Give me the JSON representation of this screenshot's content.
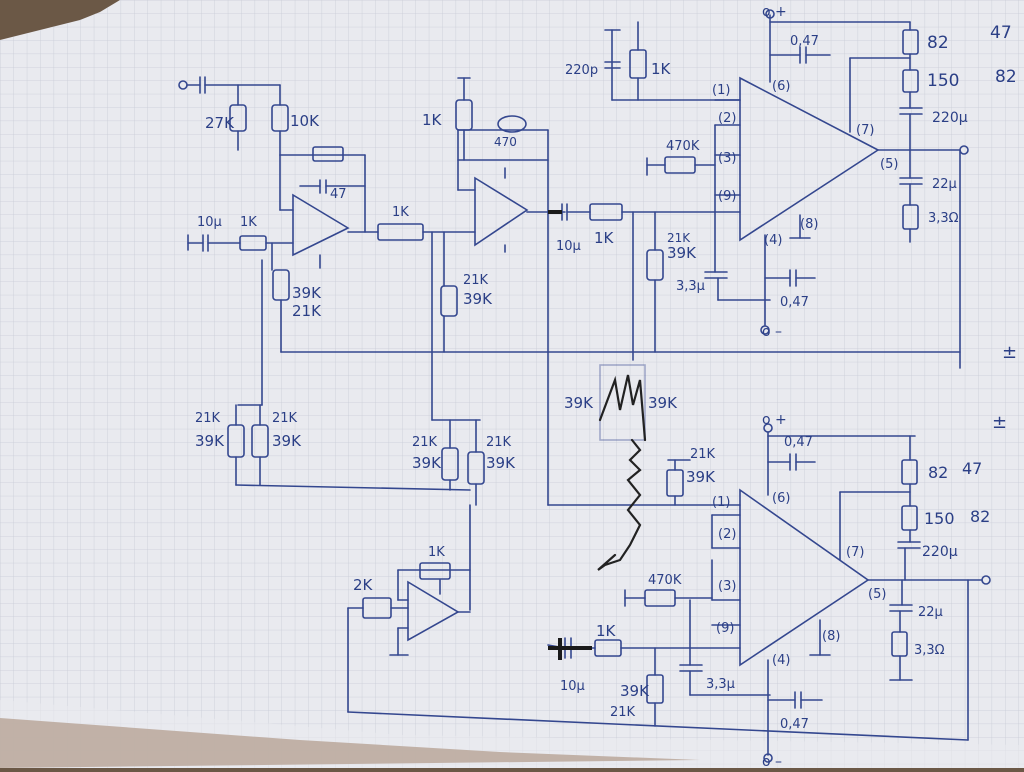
{
  "labels": {
    "k10": "10K",
    "k27": "27K",
    "k1a": "1K",
    "k1b": "1K",
    "k1c": "1K",
    "k1d": "1K",
    "k1e": "1K",
    "k1f": "1K",
    "k1g": "1K",
    "k2": "2K",
    "u10": "10μ",
    "u47": "47",
    "k470": "470",
    "r39a": "39K",
    "r21a": "21K",
    "r39b": "39K",
    "r21b": "21K",
    "r39c": "39K",
    "r21c": "21K",
    "r39d": "39K",
    "r21d": "21K",
    "r39e": "39K",
    "r21e": "21K",
    "r39f": "39K",
    "r21f": "21K",
    "r39g": "39K",
    "r39h": "39K",
    "r39i": "39K",
    "r21i": "21K",
    "r39j": "39K",
    "r21j": "21K",
    "r39k": "39K",
    "r21k": "21K",
    "c220p": "220p",
    "c33a": "3,3μ",
    "c33b": "3,3μ",
    "k470a": "470K",
    "k470b": "470K",
    "c047a": "0,47",
    "c047b": "0,47",
    "c047c": "0,47",
    "c047d": "0,47",
    "r82a": "82",
    "r47a": "47",
    "r150a": "150",
    "r82b": "82",
    "r82c": "82",
    "r47c": "47",
    "r150c": "150",
    "r82d": "82",
    "c220a": "220μ",
    "c220b": "220μ",
    "c22a": "22μ",
    "c22b": "22μ",
    "r33a": "3,3Ω",
    "r33b": "3,3Ω",
    "u10b": "10μ",
    "u10c": "10μ",
    "p1": "(1)",
    "p2": "(2)",
    "p3": "(3)",
    "p9": "(9)",
    "p6": "(6)",
    "p7": "(7)",
    "p5": "(5)",
    "p4": "(4)",
    "p8": "(8)",
    "q1": "(1)",
    "q2": "(2)",
    "q3": "(3)",
    "q9": "(9)",
    "q6": "(6)",
    "q7": "(7)",
    "q5": "(5)",
    "q4": "(4)",
    "q8": "(8)",
    "vp1": "o +",
    "vm1": "o –",
    "vp2": "o +",
    "vm2": "o –",
    "pm1": "±",
    "pm2": "±"
  }
}
